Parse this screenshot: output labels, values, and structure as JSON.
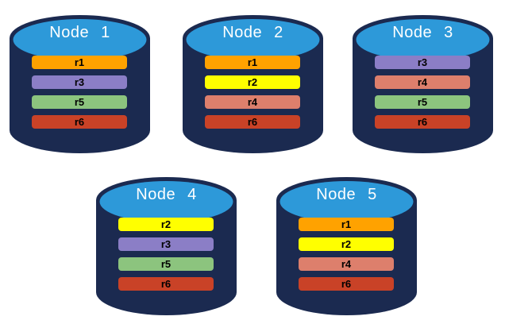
{
  "colors": {
    "background": "#ffffff",
    "cylinder_body": "#1B2A50",
    "cylinder_top": "#2D99D9",
    "title_text": "#ffffff",
    "bar_text": "#000000"
  },
  "nodes": [
    {
      "name": "Node 1",
      "replicas": [
        {
          "label": "r1",
          "color": "#FFA200"
        },
        {
          "label": "r3",
          "color": "#8B7EC6"
        },
        {
          "label": "r5",
          "color": "#8CC47E"
        },
        {
          "label": "r6",
          "color": "#C94227"
        }
      ]
    },
    {
      "name": "Node 2",
      "replicas": [
        {
          "label": "r1",
          "color": "#FFA200"
        },
        {
          "label": "r2",
          "color": "#FFFF00"
        },
        {
          "label": "r4",
          "color": "#DD7F6C"
        },
        {
          "label": "r6",
          "color": "#C94227"
        }
      ]
    },
    {
      "name": "Node 3",
      "replicas": [
        {
          "label": "r3",
          "color": "#8B7EC6"
        },
        {
          "label": "r4",
          "color": "#DD7F6C"
        },
        {
          "label": "r5",
          "color": "#8CC47E"
        },
        {
          "label": "r6",
          "color": "#C94227"
        }
      ]
    },
    {
      "name": "Node 4",
      "replicas": [
        {
          "label": "r2",
          "color": "#FFFF00"
        },
        {
          "label": "r3",
          "color": "#8B7EC6"
        },
        {
          "label": "r5",
          "color": "#8CC47E"
        },
        {
          "label": "r6",
          "color": "#C94227"
        }
      ]
    },
    {
      "name": "Node 5",
      "replicas": [
        {
          "label": "r1",
          "color": "#FFA200"
        },
        {
          "label": "r2",
          "color": "#FFFF00"
        },
        {
          "label": "r4",
          "color": "#DD7F6C"
        },
        {
          "label": "r6",
          "color": "#C94227"
        }
      ]
    }
  ]
}
